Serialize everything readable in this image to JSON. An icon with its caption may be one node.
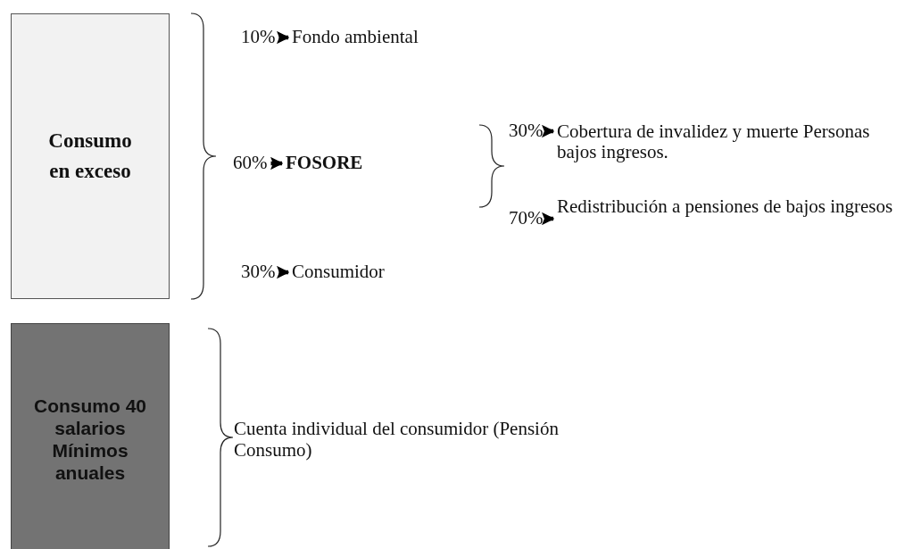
{
  "diagram": {
    "nodes": [
      {
        "text": [
          "Consumo en exceso"
        ]
      },
      {
        "text": [
          "10%"
        ]
      },
      {
        "text": [
          "Fondo ambiental"
        ]
      },
      {
        "text": [
          "60%"
        ]
      },
      {
        "text": [
          "FOSORE"
        ]
      },
      {
        "text": [
          "30%"
        ]
      },
      {
        "text": [
          "Cobertura de invalidez y muerte Personas bajos ingresos."
        ]
      },
      {
        "text": [
          "70%"
        ]
      },
      {
        "text": [
          "Redistribución a pensiones de bajos ingresos"
        ]
      },
      {
        "text": [
          "30%"
        ]
      },
      {
        "text": [
          "Consumidor"
        ]
      },
      {
        "text": [
          "Consumo 40 salarios Mínimos anuales"
        ]
      },
      {
        "text": [
          "Cuenta individual del consumidor (Pensión Consumo)"
        ]
      }
    ],
    "edges": [
      {
        "from": 1,
        "to": 2,
        "arrow": "to"
      },
      {
        "from": 3,
        "to": 4,
        "arrow": "to"
      },
      {
        "from": 5,
        "to": 6,
        "arrow": "to"
      },
      {
        "from": 7,
        "to": 8,
        "arrow": "to"
      },
      {
        "from": 9,
        "to": 10,
        "arrow": "to"
      }
    ]
  }
}
